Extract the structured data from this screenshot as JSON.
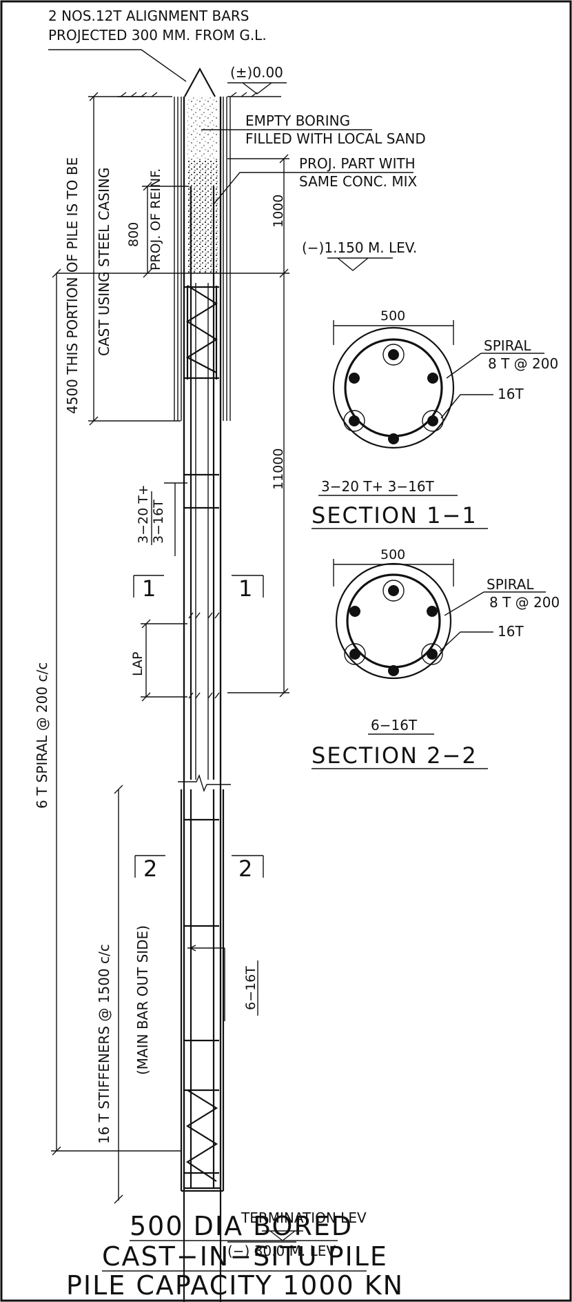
{
  "labels": {
    "alignment_bars_1": "2 NOS.12T ALIGNMENT BARS",
    "alignment_bars_2": "PROJECTED 300 MM. FROM G.L.",
    "ground_level": "(±)0.00",
    "empty_boring_1": "EMPTY BORING",
    "empty_boring_2": "FILLED WITH LOCAL SAND",
    "proj_part_1": "PROJ. PART WITH",
    "proj_part_2": "SAME CONC. MIX",
    "casing_1": "4500 THIS PORTION OF PILE IS TO BE",
    "casing_2": "CAST USING STEEL CASING",
    "proj_reinf": "PROJ. OF REINF.",
    "dim_800": "800",
    "dim_1000": "1000",
    "level_1150": "(−)1.150 M. LEV.",
    "dim_11000": "11000",
    "bars_upper_top": "3−20 T+",
    "bars_upper_bottom": "3−16T",
    "lap": "LAP",
    "spiral_full": "6 T SPIRAL @ 200 c/c",
    "stiffeners": "16 T STIFFENERS @ 1500 c/c",
    "main_bar_outside": "(MAIN BAR OUT SIDE)",
    "bars_lower": "6−16T",
    "termination": "TERMINATION LEV",
    "bottom_level": "(−) 30.0 M. LEV",
    "cut_1_left": "1",
    "cut_1_right": "1",
    "cut_2_left": "2",
    "cut_2_right": "2"
  },
  "sections": [
    {
      "diameter": "500",
      "spiral_label": "SPIRAL",
      "spiral_spec": "8 T @ 200",
      "bar_label": "16T",
      "bars_text": "3−20 T+ 3−16T",
      "title": "SECTION 1−1"
    },
    {
      "diameter": "500",
      "spiral_label": "SPIRAL",
      "spiral_spec": "8 T @ 200",
      "bar_label": "16T",
      "bars_text": "6−16T",
      "title": "SECTION 2−2"
    }
  ],
  "title_block": {
    "line1": "500 DIA BORED",
    "line2": "CAST−IN−SITU PILE",
    "line3": "PILE CAPACITY 1000 KN"
  }
}
